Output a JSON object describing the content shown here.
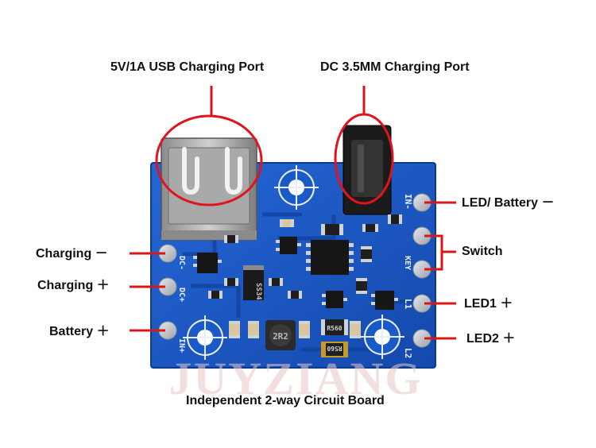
{
  "top_labels": {
    "usb_port": "5V/1A USB Charging Port",
    "dc_port": "DC 3.5MM Charging Port"
  },
  "left_labels": {
    "charging_minus": "Charging －",
    "charging_plus": "Charging ＋",
    "battery_plus": "Battery ＋"
  },
  "right_labels": {
    "led_battery_minus": "LED/ Battery －",
    "switch": "Switch",
    "led1_plus": "LED1 ＋",
    "led2_plus": "LED2 ＋"
  },
  "caption": "Independent 2-way Circuit Board",
  "board_silkscreen": {
    "in_minus": "IN-",
    "key": "KEY",
    "l1": "L1",
    "l2": "L2",
    "dc_minus": "DC-",
    "dc_plus": "DC+",
    "in_plus": "IN+",
    "r1": "R560",
    "r2": "R560",
    "inductor": "2R2",
    "diode": "SS34"
  },
  "watermark": "JUYZIANG",
  "colors": {
    "pcb": "#1b57c4",
    "pcb_dark": "#0f3f99",
    "callout": "#d81818",
    "circle": "#e0141c",
    "pad": "#c9ccd2"
  }
}
